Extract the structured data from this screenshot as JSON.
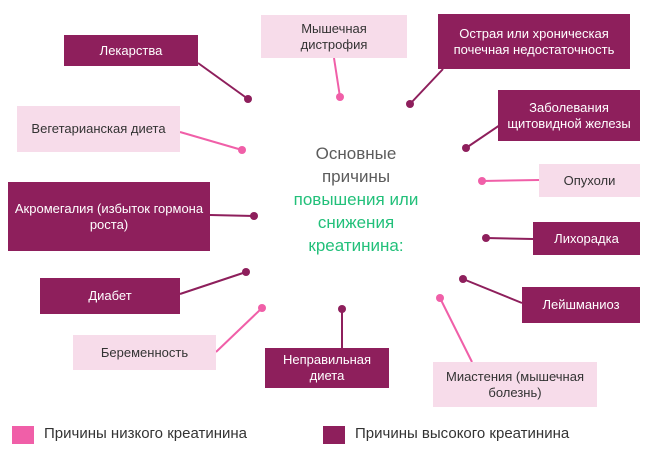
{
  "colors": {
    "high": "#8e1f5c",
    "low": "#f05fa8"
  },
  "center": {
    "line1": "Основные",
    "line2": "причины",
    "line3": "повышения или",
    "line4": "снижения",
    "line5": "креатинина:"
  },
  "causes": {
    "drugs": "Лекарства",
    "muscular_dystrophy": "Мышечная дистрофия",
    "renal_failure": "Острая или хроническая почечная недостаточность",
    "vegetarian_diet": "Вегетарианская диета",
    "thyroid": "Заболевания щитовидной железы",
    "tumors": "Опухоли",
    "acromegaly": "Акромегалия (избыток гормона роста)",
    "fever": "Лихорадка",
    "diabetes": "Диабет",
    "leishmaniasis": "Лейшманиоз",
    "pregnancy": "Беременность",
    "improper_diet": "Неправильная диета",
    "myasthenia": "Миастения (мышечная болезнь)"
  },
  "legend": {
    "low": "Причины низкого креатинина",
    "high": "Причины высокого креатинина"
  }
}
